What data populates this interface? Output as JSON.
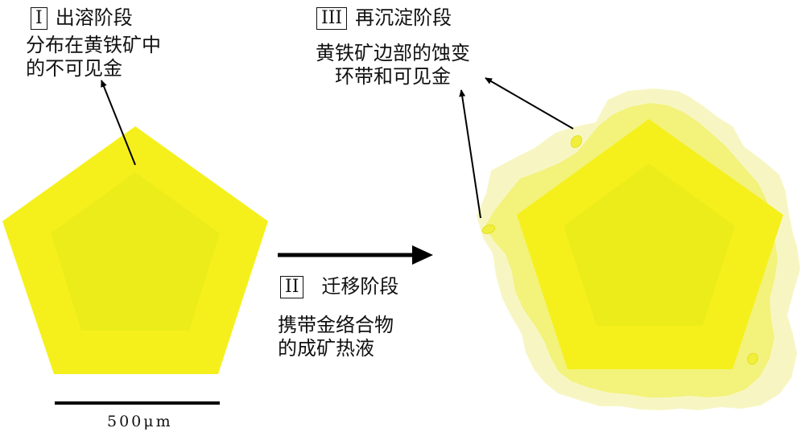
{
  "stage1": {
    "numeral": "I",
    "title": "出溶阶段",
    "desc_line1": "分布在黄铁矿中",
    "desc_line2": "的不可见金"
  },
  "stage2": {
    "numeral": "II",
    "title": "迁移阶段",
    "desc_line1": "携带金络合物",
    "desc_line2": "的成矿热液"
  },
  "stage3": {
    "numeral": "III",
    "title": "再沉淀阶段",
    "desc_line1": "黄铁矿边部的蚀变",
    "desc_line2": "环带和可见金"
  },
  "scale_bar": {
    "label": "500μm"
  },
  "colors": {
    "pyrite_rim": "#f5f01c",
    "pyrite_core": "#ecec1a",
    "alteration_halo": "#f7f6c3",
    "alteration_zone": "#f3f27a",
    "gold_grain": "#f0ef3c",
    "ink": "#000000"
  }
}
